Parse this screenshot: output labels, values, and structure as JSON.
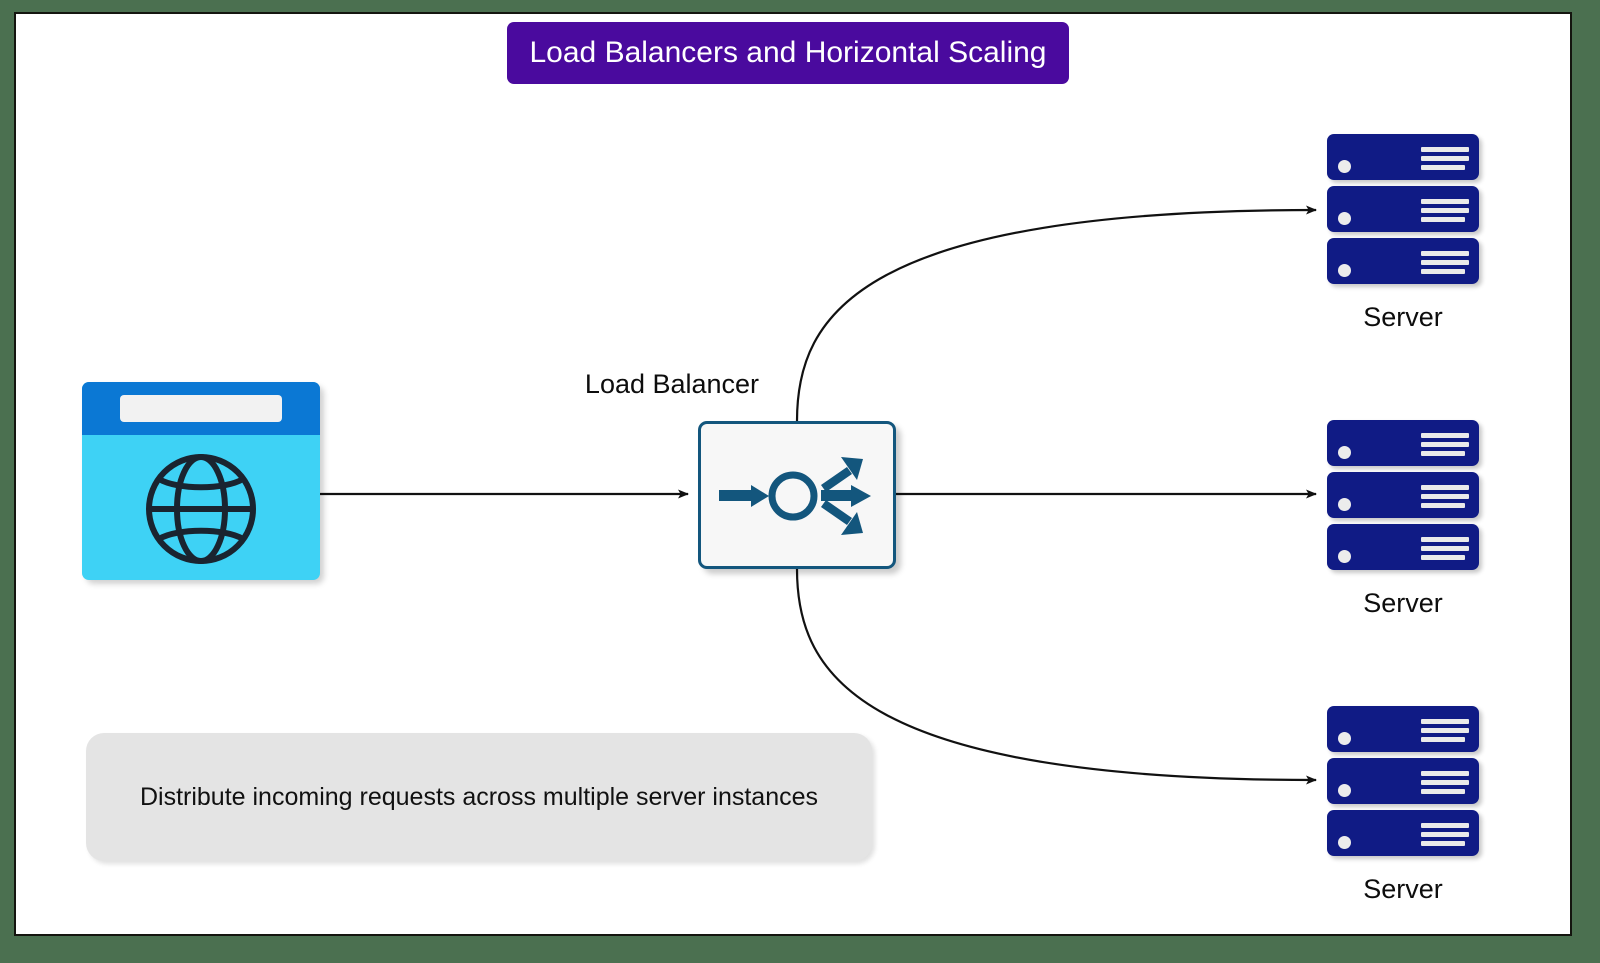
{
  "title": {
    "text": "Load Balancers and Horizontal Scaling",
    "background_color": "#4a0a9e",
    "text_color": "#ffffff"
  },
  "canvas": {
    "background_color": "#ffffff",
    "frame_color": "#14150f",
    "outer_color": "#4b7050"
  },
  "nodes": {
    "client": {
      "icon": "browser-window-globe-icon",
      "titlebar_color": "#0b78d4",
      "body_color": "#3ed2f5",
      "urlbar_color": "#f2f2f2",
      "globe_color": "#1a2430"
    },
    "load_balancer": {
      "label": "Load Balancer",
      "icon": "load-balancer-distribute-icon",
      "border_color": "#13567d",
      "fill_color": "#f7f7f7",
      "icon_color": "#13567d"
    },
    "servers": [
      {
        "label": "Server",
        "icon": "server-rack-icon",
        "color": "#101b85",
        "units": 3
      },
      {
        "label": "Server",
        "icon": "server-rack-icon",
        "color": "#101b85",
        "units": 3
      },
      {
        "label": "Server",
        "icon": "server-rack-icon",
        "color": "#101b85",
        "units": 3
      }
    ]
  },
  "connections": [
    {
      "from": "client",
      "to": "load-balancer",
      "style": "straight-arrow"
    },
    {
      "from": "load-balancer",
      "to": "server-1",
      "style": "curved-arrow-up"
    },
    {
      "from": "load-balancer",
      "to": "server-2",
      "style": "straight-arrow"
    },
    {
      "from": "load-balancer",
      "to": "server-3",
      "style": "curved-arrow-down"
    }
  ],
  "note": {
    "text": "Distribute incoming requests across multiple server instances",
    "background_color": "#e4e4e4",
    "text_color": "#111111"
  }
}
